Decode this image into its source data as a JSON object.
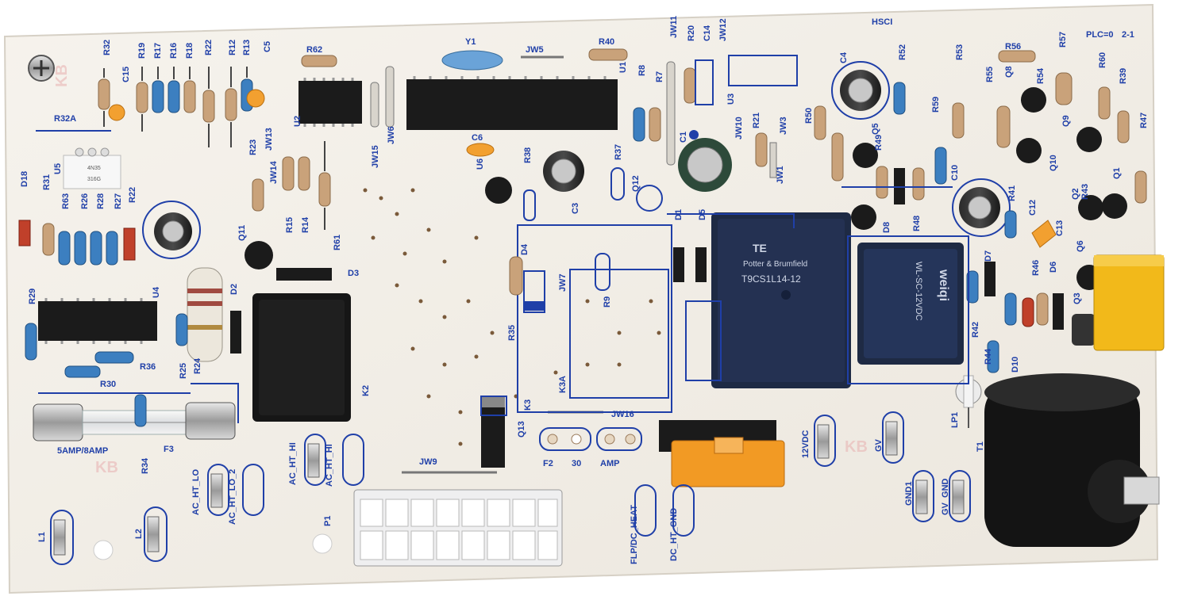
{
  "photo": {
    "subject": "circuit-board",
    "colors": {
      "board": "#f3efe8",
      "silkscreen": "#1f3fa8",
      "component_black": "#1b1b1b",
      "relay_blue": "#1e2a44",
      "fuse_orange": "#f29a24",
      "yellow_cap": "#f2b91a",
      "resistor_tan": "#c9a27a",
      "resistor_blue": "#3c7fc0",
      "terminal_white": "#efeff0"
    }
  },
  "labels": {
    "hsci": "HSCI",
    "plc": "PLC=0",
    "rev": "2-1",
    "r32": "R32",
    "r19": "R19",
    "r17": "R17",
    "r16": "R16",
    "r18": "R18",
    "r22": "R22",
    "r12": "R12",
    "r13": "R13",
    "c5": "C5",
    "c15": "C15",
    "r62": "R62",
    "y1": "Y1",
    "jw5": "JW5",
    "r40": "R40",
    "jw11": "JW11",
    "r20": "R20",
    "c14": "C14",
    "jw12": "JW12",
    "c4": "C4",
    "r52": "R52",
    "r53": "R53",
    "r56": "R56",
    "r57": "R57",
    "r60": "R60",
    "r39": "R39",
    "r47": "R47",
    "r55": "R55",
    "q8": "Q8",
    "r54": "R54",
    "q9": "Q9",
    "r32a": "R32A",
    "u5": "U5",
    "ic_4n35": "4N35",
    "ic_316g": "316G",
    "d18": "D18",
    "r31": "R31",
    "r63": "R63",
    "r26": "R26",
    "r28": "R28",
    "r27": "R27",
    "r22b": "R22",
    "u2": "U2",
    "jw13": "JW13",
    "r23": "R23",
    "jw14": "JW14",
    "r15": "R15",
    "r14": "R14",
    "r61": "R61",
    "jw15": "JW15",
    "jw6": "JW6",
    "c6": "C6",
    "u6": "U6",
    "r38": "R38",
    "c3": "C3",
    "r37": "R37",
    "q12": "Q12",
    "r8": "R8",
    "r7": "R7",
    "u1": "U1",
    "u3": "U3",
    "c1": "C1",
    "jw10": "JW10",
    "r21": "R21",
    "jw3": "JW3",
    "jw1": "JW1",
    "r50": "R50",
    "q5": "Q5",
    "r49": "R49",
    "r59": "R59",
    "c10": "C10",
    "q10": "Q10",
    "r41": "R41",
    "q2": "Q2",
    "r43": "R43",
    "q1": "Q1",
    "c12": "C12",
    "c13": "C13",
    "d1": "D1",
    "d5": "D5",
    "d8": "D8",
    "r48": "R48",
    "d7": "D7",
    "r46": "R46",
    "d6": "D6",
    "q6": "Q6",
    "q3": "Q3",
    "r29": "R29",
    "u4": "U4",
    "q11": "Q11",
    "d3": "D3",
    "d2": "D2",
    "d4": "D4",
    "r35": "R35",
    "jw7": "JW7",
    "r9": "R9",
    "k3a": "K3A",
    "k3": "K3",
    "jw16": "JW16",
    "r36": "R36",
    "r25": "R25",
    "r24": "R24",
    "r30": "R30",
    "k2": "K2",
    "r42": "R42",
    "d10": "D10",
    "r44": "R44",
    "lp1": "LP1",
    "t1": "T1",
    "fuse_rating": "5AMP/8AMP",
    "f3": "F3",
    "r34": "R34",
    "q13": "Q13",
    "f2": "F2",
    "n30": "30",
    "amp": "AMP",
    "jw9": "JW9",
    "v12": "12VDC",
    "gv": "GV",
    "gnd1": "GND1",
    "gv_gnd": "GV_GND",
    "ac_ht_hi": "AC_HT_HI",
    "ac_ht_lo": "AC_HT_LO",
    "ac_ht_lo_2": "AC_HT_LO_2",
    "p1": "P1",
    "flp_dc_heat": "FLP/DC_HEAT",
    "dc_ht_gnd": "DC_HT_GND",
    "l1": "L1",
    "l2": "L2",
    "kb": "KB",
    "relay_brand": "TE",
    "relay_maker": "Potter & Brumfield",
    "relay_model": "T9CS1L14-12",
    "weiqi_brand": "weiqi",
    "weiqi_model": "WL-SC-12VDC"
  }
}
